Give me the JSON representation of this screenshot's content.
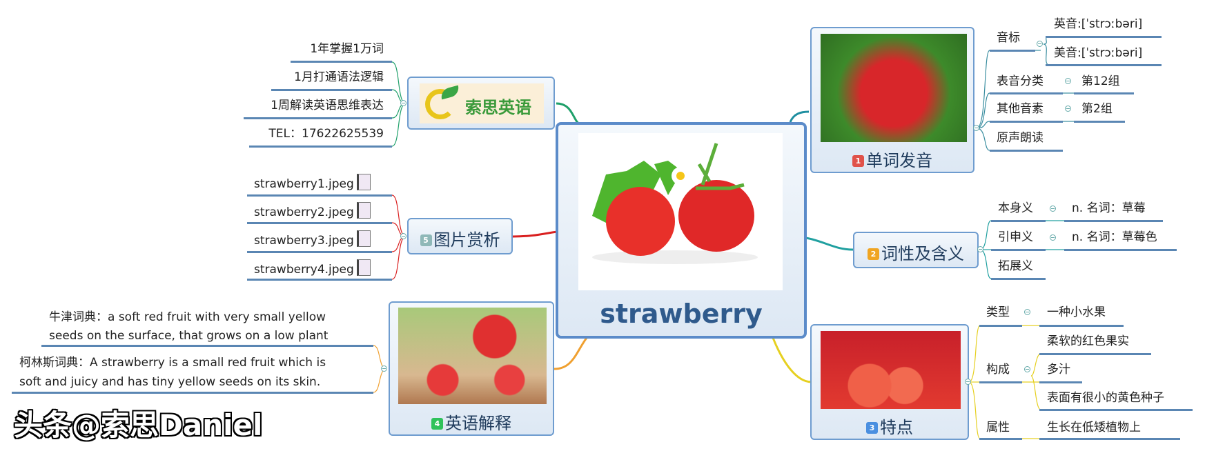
{
  "central": {
    "title": "strawberry"
  },
  "colors": {
    "accent": "#5a86b3",
    "title": "#2f5a8c",
    "badge1": "#e0524a",
    "badge2": "#f0a522",
    "badge3": "#4a8fe0",
    "badge4": "#2fc25b",
    "badge5": "#8fb8b8"
  },
  "branch1": {
    "badge": "1",
    "label": "单词发音",
    "items": [
      {
        "label": "音标",
        "children": [
          "英音:[ˈstrɔːbəri]",
          "美音:[ˈstrɔːbəri]"
        ]
      },
      {
        "label": "表音分类",
        "children": [
          "第12组"
        ]
      },
      {
        "label": "其他音素",
        "children": [
          "第2组"
        ]
      },
      {
        "label": "原声朗读"
      }
    ]
  },
  "branch2": {
    "badge": "2",
    "label": "词性及含义",
    "items": [
      {
        "label": "本身义",
        "children": [
          "n. 名词：草莓"
        ]
      },
      {
        "label": "引申义",
        "children": [
          "n. 名词：草莓色"
        ]
      },
      {
        "label": "拓展义"
      }
    ]
  },
  "branch3": {
    "badge": "3",
    "label": "特点",
    "items": [
      {
        "label": "类型",
        "children": [
          "一种小水果"
        ]
      },
      {
        "label": "构成",
        "children": [
          "柔软的红色果实",
          "多汁",
          "表面有很小的黄色种子"
        ]
      },
      {
        "label": "属性",
        "children": [
          "生长在低矮植物上"
        ]
      }
    ]
  },
  "branch4": {
    "badge": "4",
    "label": "英语解释",
    "items": [
      {
        "lines": [
          "牛津词典：a soft red fruit with very small yellow",
          "seeds on the surface, that grows on a low plant"
        ]
      },
      {
        "lines": [
          "柯林斯词典：A strawberry is a small red fruit which is",
          "soft and juicy and has tiny yellow seeds on its skin."
        ]
      }
    ]
  },
  "branch5": {
    "badge": "5",
    "label": "图片赏析",
    "items": [
      "strawberry1.jpeg",
      "strawberry2.jpeg",
      "strawberry3.jpeg",
      "strawberry4.jpeg"
    ]
  },
  "logo_branch": {
    "logo_text": "索思英语",
    "items": [
      "1年掌握1万词",
      "1月打通语法逻辑",
      "1周解读英语思维表达",
      "TEL：17622625539"
    ]
  },
  "watermark": "头条@索思Daniel"
}
